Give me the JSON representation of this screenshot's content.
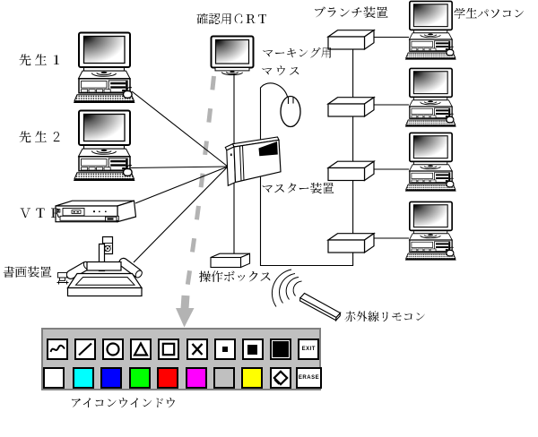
{
  "diagram": {
    "background": "#FFFFFF",
    "line_color": "#000000",
    "arrow_color": "#B3B3B3",
    "labels": {
      "confirmation_crt": "確認用CRT",
      "marking_mouse_line1": "マーキング用",
      "marking_mouse_line2": "マウス",
      "branch_device": "ブランチ装置",
      "student_pc": "学生パソコン",
      "teacher1": "先生1",
      "teacher2": "先生2",
      "vtr": "VTR",
      "document_camera": "書画装置",
      "master_device": "マスター装置",
      "operation_box": "操作ボックス",
      "infrared_remote": "赤外線リモコン",
      "icon_window": "アイコンウインドウ"
    },
    "student_pc_count": 4,
    "branch_device_count": 4
  },
  "icon_window": {
    "panel_color": "#C0C0C0",
    "exit_label": "EXIT",
    "erase_label": "ERASE",
    "tools": [
      "freehand",
      "line",
      "ellipse",
      "triangle",
      "rectangle",
      "x-mark",
      "size-small",
      "size-medium",
      "size-large"
    ],
    "colors": [
      "#FFFFFF",
      "#00FFFF",
      "#0000FF",
      "#00FF00",
      "#FF0000",
      "#FF00FF",
      "#C0C0C0",
      "#FFFF00"
    ]
  }
}
